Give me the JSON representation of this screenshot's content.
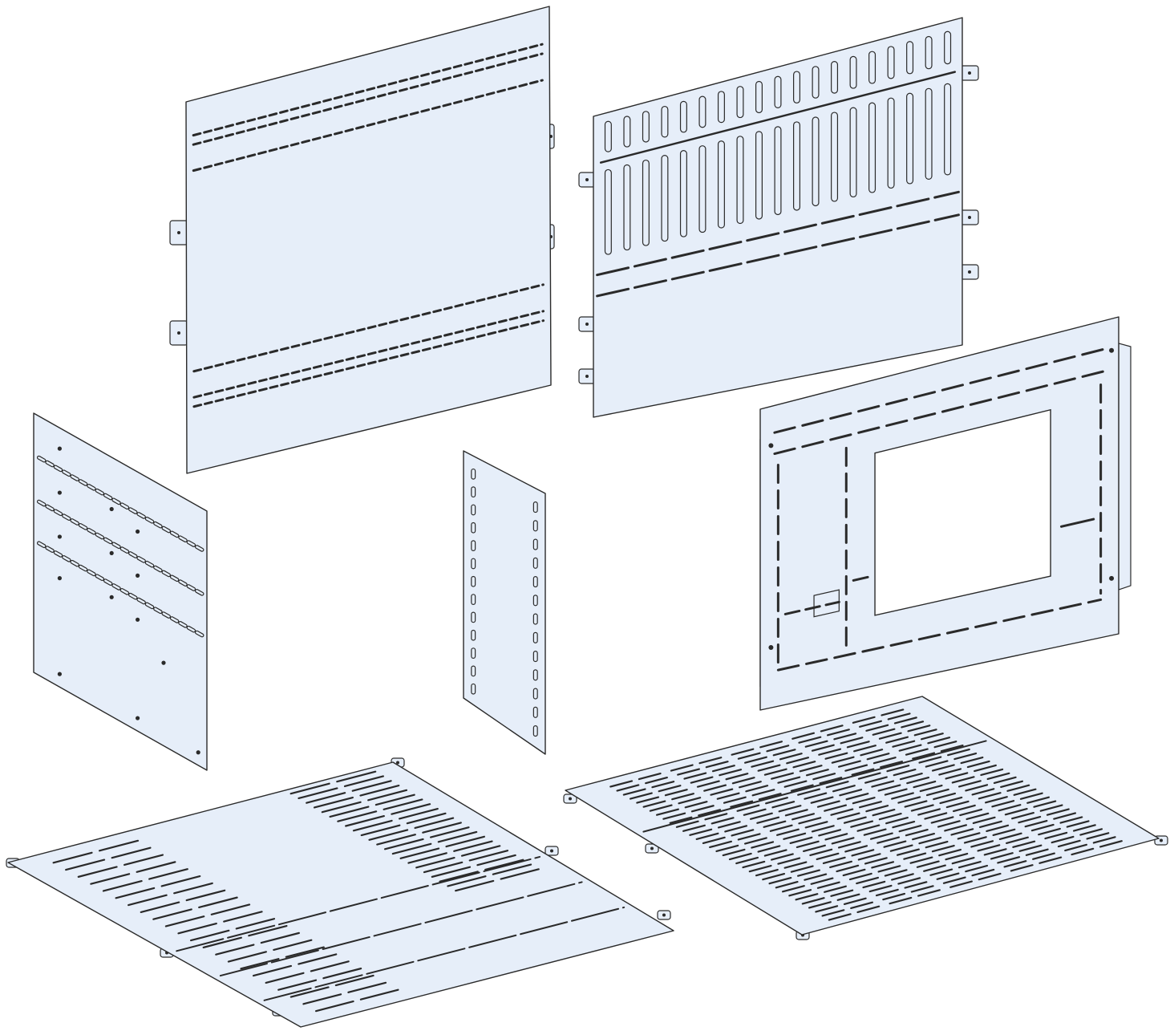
{
  "colors": {
    "background": "#ffffff",
    "panel_fill": "#e6eef9",
    "panel_stroke": "#2a2a2a",
    "slot_fill": "#2a2a2a"
  },
  "parts": [
    {
      "name": "solid-back-panel",
      "kind": "plate-with-slot-rows"
    },
    {
      "name": "ventilated-back-panel",
      "kind": "vertical-slot-plate"
    },
    {
      "name": "framed-cutout-panel",
      "kind": "plate-with-window"
    },
    {
      "name": "side-mounting-plate",
      "kind": "perforated-plate"
    },
    {
      "name": "narrow-mounting-strip",
      "kind": "slotted-strip"
    },
    {
      "name": "vented-floor-plate-left",
      "kind": "floor-plate"
    },
    {
      "name": "vented-floor-plate-right",
      "kind": "floor-plate"
    }
  ]
}
